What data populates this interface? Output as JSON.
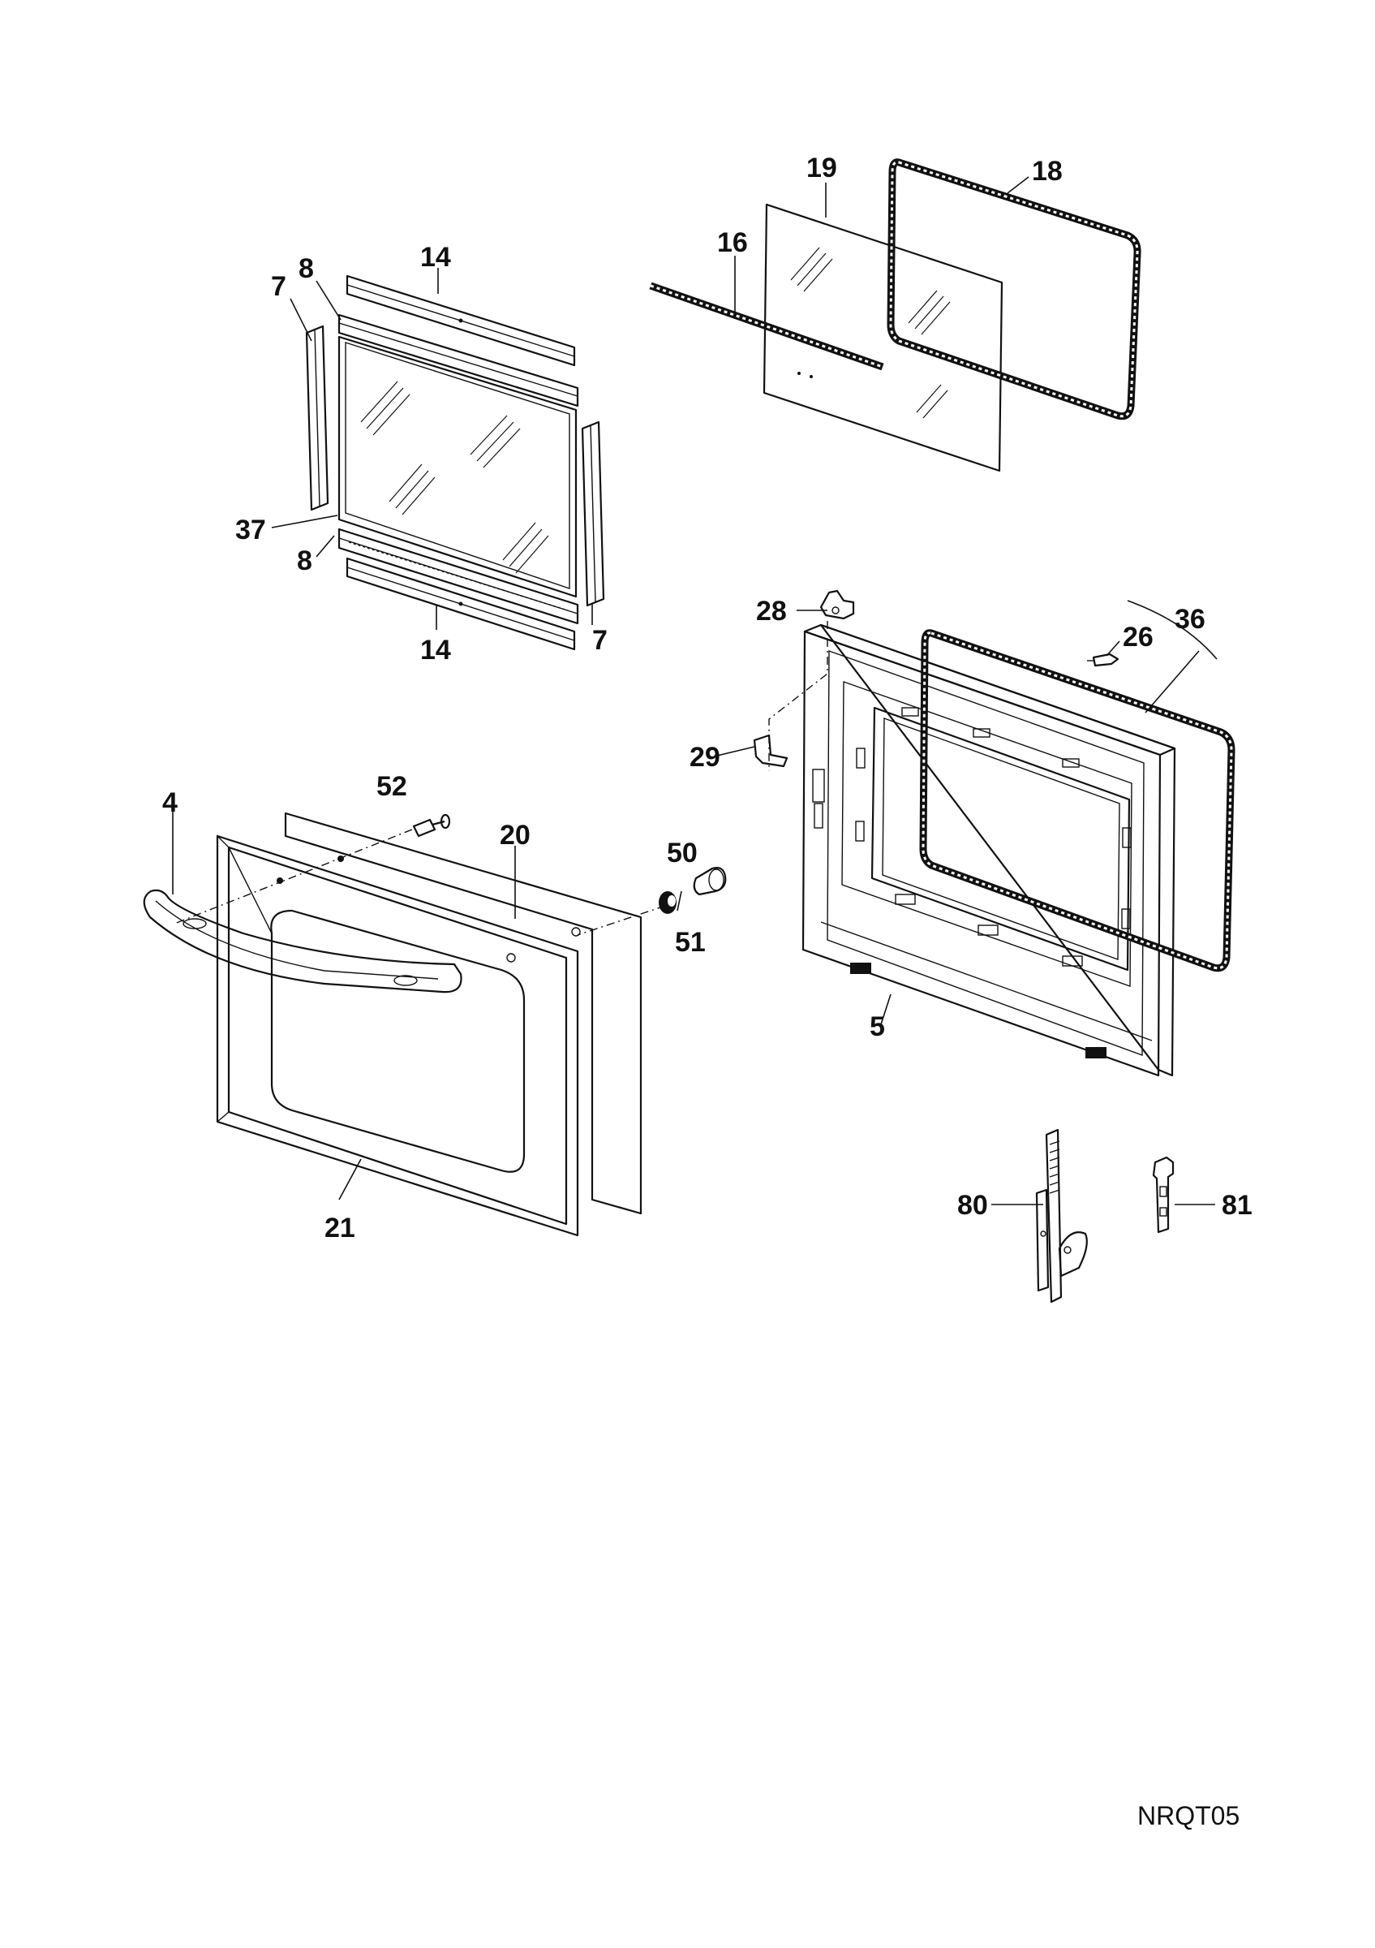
{
  "diagram": {
    "callouts": {
      "c4": "4",
      "c5": "5",
      "c7a": "7",
      "c7b": "7",
      "c8a": "8",
      "c8b": "8",
      "c14a": "14",
      "c14b": "14",
      "c16": "16",
      "c18": "18",
      "c19": "19",
      "c20": "20",
      "c21": "21",
      "c26": "26",
      "c28": "28",
      "c29": "29",
      "c36": "36",
      "c37": "37",
      "c50": "50",
      "c51": "51",
      "c52": "52",
      "c80": "80",
      "c81": "81"
    },
    "drawing_code": "NRQT05"
  }
}
